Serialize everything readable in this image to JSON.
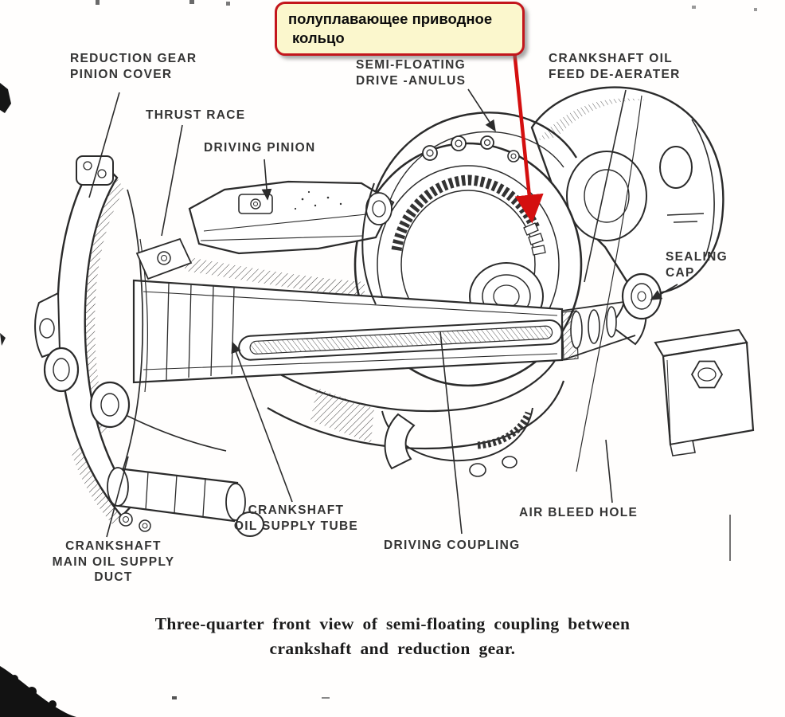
{
  "callout": {
    "lines": [
      "полуплавающее приводное",
      "кольцо"
    ],
    "bg_color": "#FBF7CD",
    "border_color": "#C3161C",
    "arrow_color": "#D40F0F"
  },
  "diagram": {
    "ink_color": "#2B2B2B",
    "labels": {
      "reduction_gear_pinion_cover": {
        "lines": [
          "REDUCTION GEAR",
          "PINION COVER"
        ]
      },
      "thrust_race": {
        "lines": [
          "THRUST RACE"
        ]
      },
      "driving_pinion": {
        "lines": [
          "DRIVING PINION"
        ]
      },
      "semi_floating_drive_anulus": {
        "lines": [
          "SEMI-FLOATING",
          "DRIVE -ANULUS"
        ]
      },
      "crankshaft_oil_feed_de_aerater": {
        "lines": [
          "CRANKSHAFT OIL",
          "FEED DE-AERATER"
        ]
      },
      "sealing_cap": {
        "lines": [
          "SEALING",
          "CAP"
        ]
      },
      "crankshaft_oil_supply_tube": {
        "lines": [
          "CRANKSHAFT",
          "OIL SUPPLY TUBE"
        ]
      },
      "air_bleed_hole": {
        "lines": [
          "AIR BLEED HOLE"
        ]
      },
      "driving_coupling": {
        "lines": [
          "DRIVING COUPLING"
        ]
      },
      "crankshaft_main_oil_supply_duct": {
        "lines": [
          "CRANKSHAFT",
          "MAIN OIL SUPPLY",
          "DUCT"
        ]
      }
    },
    "caption": {
      "line1": "Three-quarter front view of semi-floating coupling between",
      "line2": "crankshaft and reduction gear."
    }
  }
}
